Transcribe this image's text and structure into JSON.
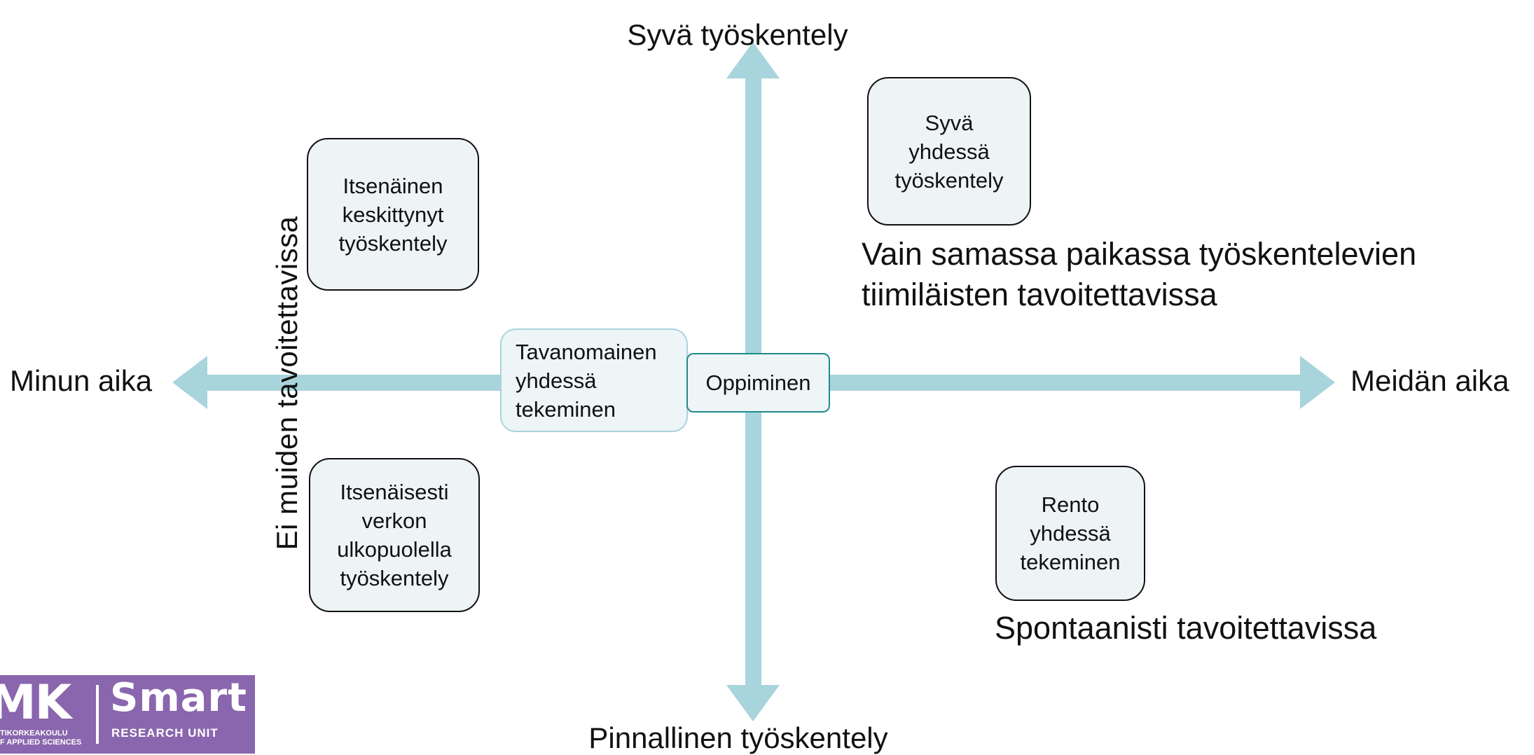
{
  "axes": {
    "top": "Syvä työskentely",
    "bottom": "Pinnallinen työskentely",
    "left": "Minun aika",
    "right": "Meidän aika",
    "vertical_note": "Ei muiden tavoitettavissa",
    "arrow_color": "#a8d4dc"
  },
  "notes": {
    "upper_right": "Vain samassa paikassa työskentelevien\ntiimiläisten tavoitettavissa",
    "lower_right": "Spontaanisti tavoitettavissa"
  },
  "boxes": {
    "itsenainen": "Itsenäinen\nkeskittynyt\ntyöskentely",
    "itsenaisesti": "Itsenäisesti\nverkon\nulkopuolella\ntyöskentely",
    "tavanomainen": "Tavanomainen\nyhdessä\ntekeminen",
    "oppiminen": "Oppiminen",
    "syva_yhdessa": "Syvä\nyhdessä\ntyöskentely",
    "rento": "Rento\nyhdessä\ntekeminen"
  },
  "logo": {
    "mk": "MK",
    "sub": "TIKORKEAKOULU\nF APPLIED SCIENCES",
    "smart": "Smart",
    "research": "RESEARCH UNIT",
    "background": "#8a66ae"
  }
}
